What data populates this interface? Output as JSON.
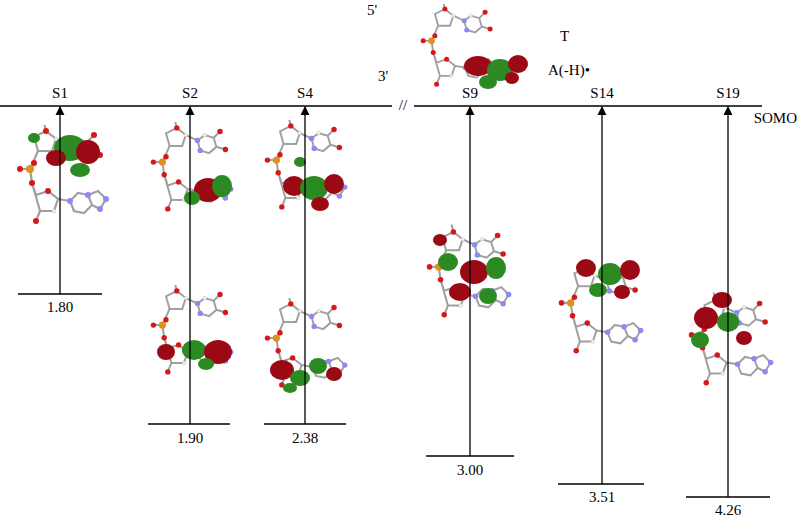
{
  "diagram": {
    "labels": [
      "5'",
      "T",
      "A(-H)•",
      "3'",
      "S1",
      "S2",
      "S4",
      "//",
      "S9",
      "S14",
      "S19",
      "SOMO",
      "1.80",
      "1.90",
      "2.38",
      "3.00",
      "3.51",
      "4.26"
    ]
  }
}
